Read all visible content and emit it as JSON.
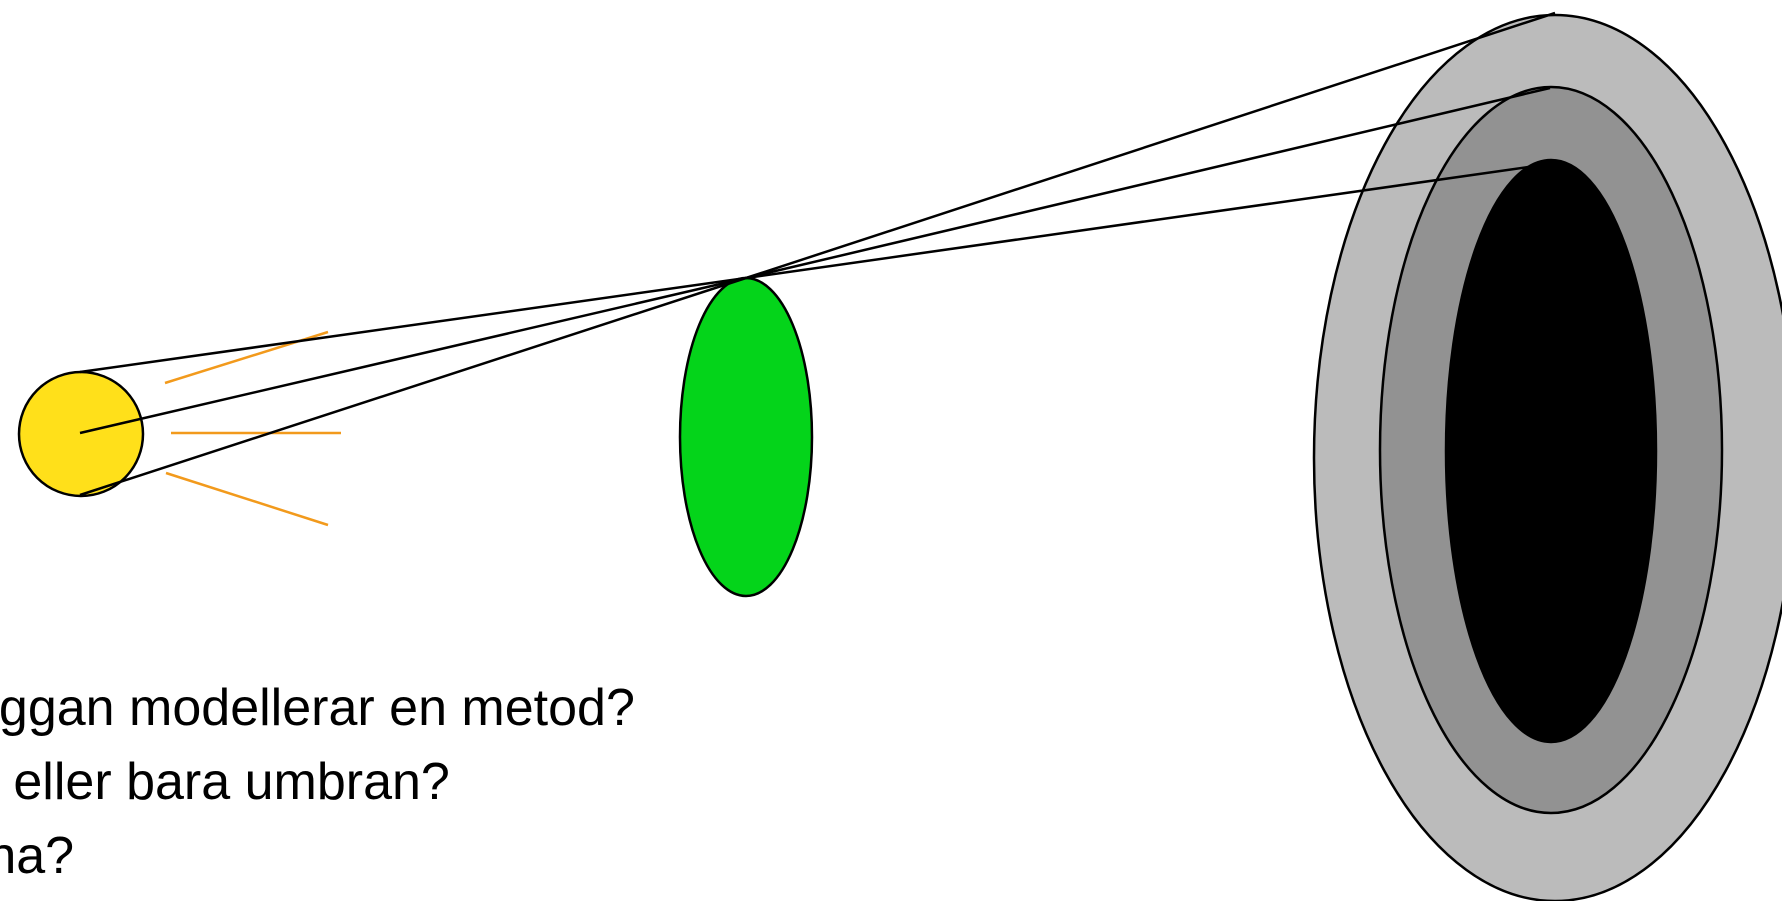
{
  "colors": {
    "background": "#ffffff",
    "light_source": "#ffe01a",
    "light_rays": "#f29a1c",
    "occluder": "#04d41a",
    "penumbra_outer": "#bbbbbb",
    "penumbra_inner": "#929292",
    "umbra": "#000000",
    "lines": "#000000"
  },
  "captions": {
    "line1": "uggan modellerar en metod?",
    "line2": "n eller bara umbran?",
    "line3": "rna?"
  }
}
